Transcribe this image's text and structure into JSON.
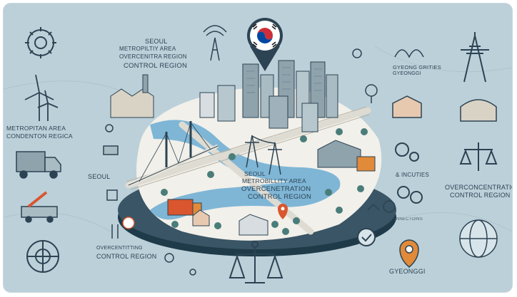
{
  "labels": {
    "seoul_metro_1": "SEOUL",
    "seoul_metro_2": "METROPILTIY AREA",
    "seoul_metro_3": "OVERCENITRA REGION",
    "seoul_metro_4": "CONTROL REGION",
    "left_metro_1": "METROPITAN AREA",
    "left_metro_2": "CONDENTON REGICA",
    "seoul_left": "SEOUL",
    "left_bottom_1": "OVERCENTITTING",
    "left_bottom_2": "CONTROL REGION",
    "center_1": "SEOUL",
    "center_2": "METROBILLITY AREA",
    "center_3": "OVERCENETRATION",
    "center_4": "CONTROL REGION",
    "right_top_1": "GYEONG GRITIES",
    "right_top_2": "GYEONGGI",
    "right_industries": "& INCUTIES",
    "right_over_1": "OVERCONCENTRATION",
    "right_over_2": "CONTROL REGION",
    "right_small": "INNECTOINS",
    "gyeonggi": "GYEONGGI"
  },
  "colors": {
    "background": "#bcd0d9",
    "ink": "#2c4353",
    "river": "#7fb6d6",
    "land": "#f2f0ea",
    "accent_red": "#d9562f",
    "accent_orange": "#e08a3a",
    "tree": "#4a7d7a"
  },
  "icons": {
    "flag": "korea-flag-pin-icon",
    "wind": "wind-turbine-icon",
    "truck": "truck-icon",
    "crane": "crane-icon",
    "scales": "scales-icon",
    "pylon": "power-pylon-icon",
    "globe": "globe-icon",
    "gear": "gear-icon"
  }
}
